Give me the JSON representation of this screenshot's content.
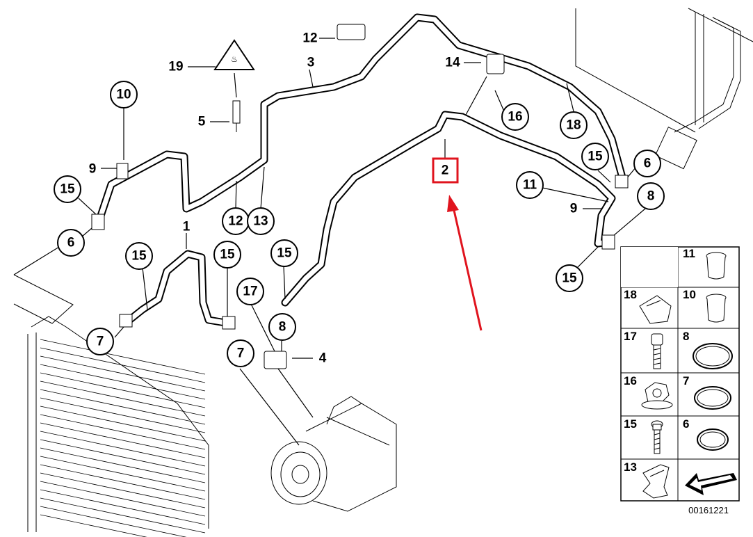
{
  "callouts": {
    "c10": "10",
    "c9a": "9",
    "c15a": "15",
    "c6a": "6",
    "c19": "19",
    "c5": "5",
    "c3": "3",
    "c12a": "12",
    "c12b": "12",
    "c13": "13",
    "c1": "1",
    "c15b": "15",
    "c15c": "15",
    "c7a": "7",
    "c7b": "7",
    "c17": "17",
    "c15d": "15",
    "c8a": "8",
    "c4": "4",
    "c14": "14",
    "c16": "16",
    "c18": "18",
    "c15e": "15",
    "c6b": "6",
    "c11": "11",
    "c9b": "9",
    "c8b": "8",
    "c15f": "15"
  },
  "highlight": {
    "label": "2",
    "box_color": "#e0141e",
    "arrow_color": "#e0141e"
  },
  "legend": {
    "cells": [
      {
        "number": "11",
        "icon": "cap-icon"
      },
      {
        "number": "18",
        "icon": "clip-icon"
      },
      {
        "number": "10",
        "icon": "cap-icon"
      },
      {
        "number": "17",
        "icon": "bolt-icon"
      },
      {
        "number": "8",
        "icon": "o-ring-icon"
      },
      {
        "number": "16",
        "icon": "nut-icon"
      },
      {
        "number": "7",
        "icon": "o-ring-icon"
      },
      {
        "number": "15",
        "icon": "screw-icon"
      },
      {
        "number": "6",
        "icon": "o-ring-icon"
      },
      {
        "number": "13",
        "icon": "bracket-icon"
      },
      {
        "number": "",
        "icon": "direction-arrow-icon"
      }
    ]
  },
  "diagram_id": "00161221"
}
